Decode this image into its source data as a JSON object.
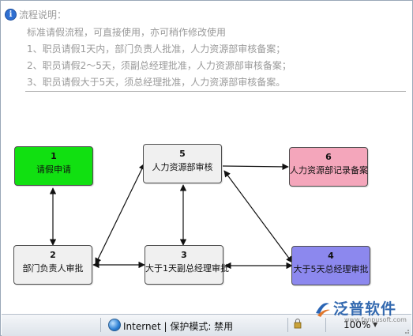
{
  "notice": {
    "title": "流程说明：",
    "lines": [
      "标准请假流程，可直接使用，亦可稍作修改使用",
      "1、职员请假1天内，部门负责人批准，人力资源部审核备案；",
      "2、职员请假2～5天，须副总经理批准，人力资源部审核备案；",
      "3、职员请假大于5天，须总经理批准，人力资源部审核备案。"
    ]
  },
  "nodes": [
    {
      "num": "1",
      "label": "请假申请",
      "color": "#11e011"
    },
    {
      "num": "2",
      "label": "部门负责人审批",
      "color": "#f0f0f0"
    },
    {
      "num": "3",
      "label": "大于1天副总经理审批",
      "color": "#f0f0f0"
    },
    {
      "num": "4",
      "label": "大于5天总经理审批",
      "color": "#8c88ee"
    },
    {
      "num": "5",
      "label": "人力资源部审核",
      "color": "#f0f0f0"
    },
    {
      "num": "6",
      "label": "人力资源部记录备案",
      "color": "#f4a6bb"
    }
  ],
  "statusbar": {
    "zone": "Internet | 保护模式: 禁用",
    "zoom": "100%"
  },
  "watermark": {
    "text": "泛普软件",
    "sub": "www.fanpusoft.com"
  },
  "colors": {
    "arrow": "#111111",
    "notice_text": "#9a9a9a"
  }
}
